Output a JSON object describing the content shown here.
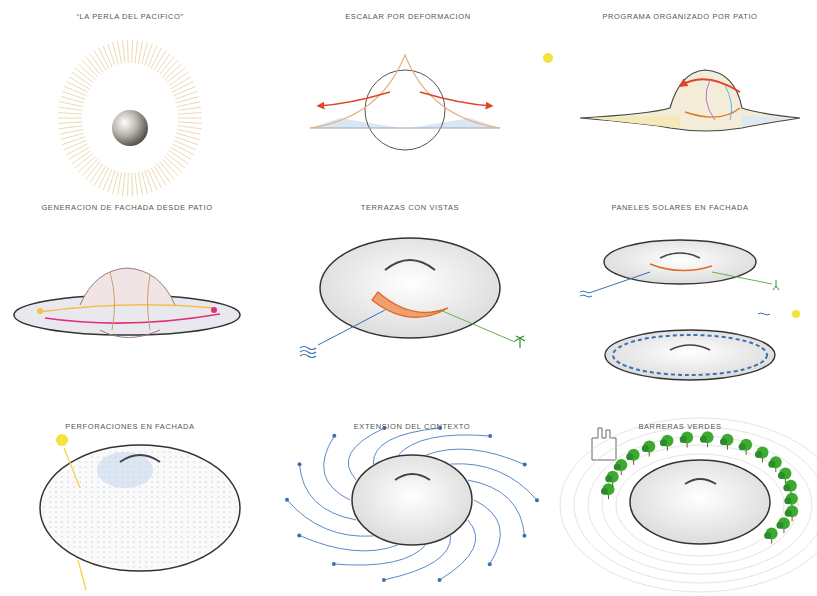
{
  "diagram": {
    "labels": [
      "“LA PERLA DEL PACIFICO”",
      "ESCALAR POR DEFORMACION",
      "PROGRAMA ORGANIZADO POR PATIO",
      "GENERACION DE FACHADA DESDE PATIO",
      "TERRAZAS CON VISTAS",
      "PANELES SOLARES EN FACHADA",
      "PERFORACIONES EN FACHADA",
      "EXTENSION DEL CONTEXTO",
      "BARRERAS VERDES"
    ]
  }
}
